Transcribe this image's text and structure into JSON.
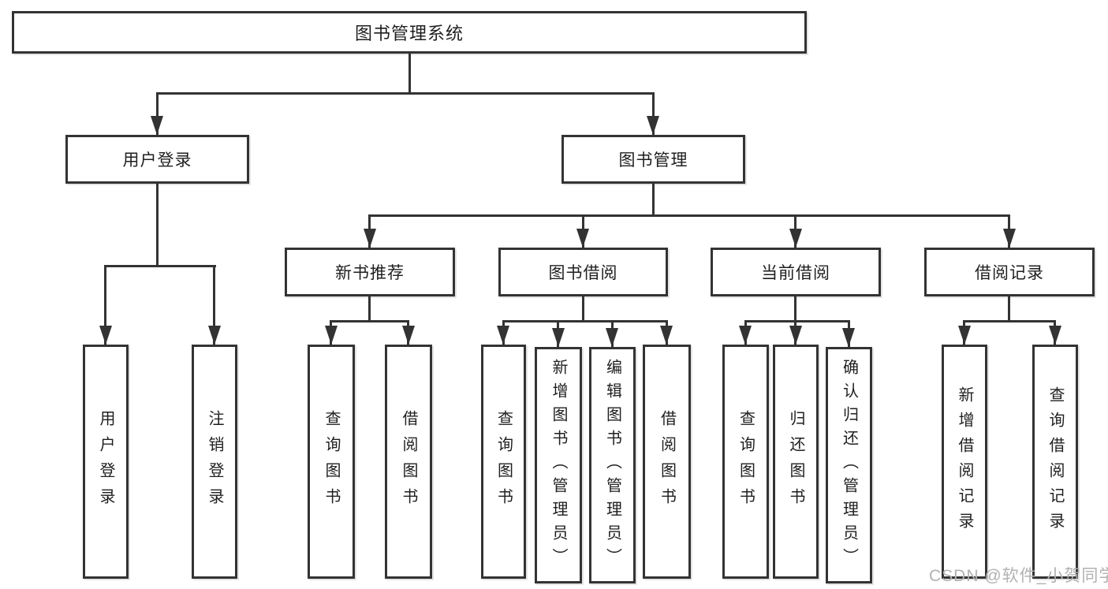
{
  "diagram": {
    "watermark": "CSDN @软件_小贺同学",
    "colors": {
      "line": "#333333",
      "text": "#1f1f1f",
      "box_background": "#ffffff",
      "watermark": "#b2b2b2",
      "page_background": "#ffffff"
    },
    "nodes": {
      "root": "图书管理系统",
      "user_login": "用户登录",
      "book_management": "图书管理",
      "new_book_recommend": "新书推荐",
      "book_borrow": "图书借阅",
      "current_borrow": "当前借阅",
      "borrow_records": "借阅记录",
      "leaf_user_login": "用户登录",
      "leaf_logout": "注销登录",
      "leaf_rec_query_books": "查询图书",
      "leaf_rec_borrow_books": "借阅图书",
      "leaf_bb_query_books": "查询图书",
      "leaf_bb_add_books": "新增图书（管理员）",
      "leaf_bb_edit_books": "编辑图书（管理员）",
      "leaf_bb_borrow_books": "借阅图书",
      "leaf_cb_query_books": "查询图书",
      "leaf_cb_return_books": "归还图书",
      "leaf_cb_confirm_return": "确认归还（管理员）",
      "leaf_br_add_record": "新增借阅记录",
      "leaf_br_query_record": "查询借阅记录"
    }
  }
}
